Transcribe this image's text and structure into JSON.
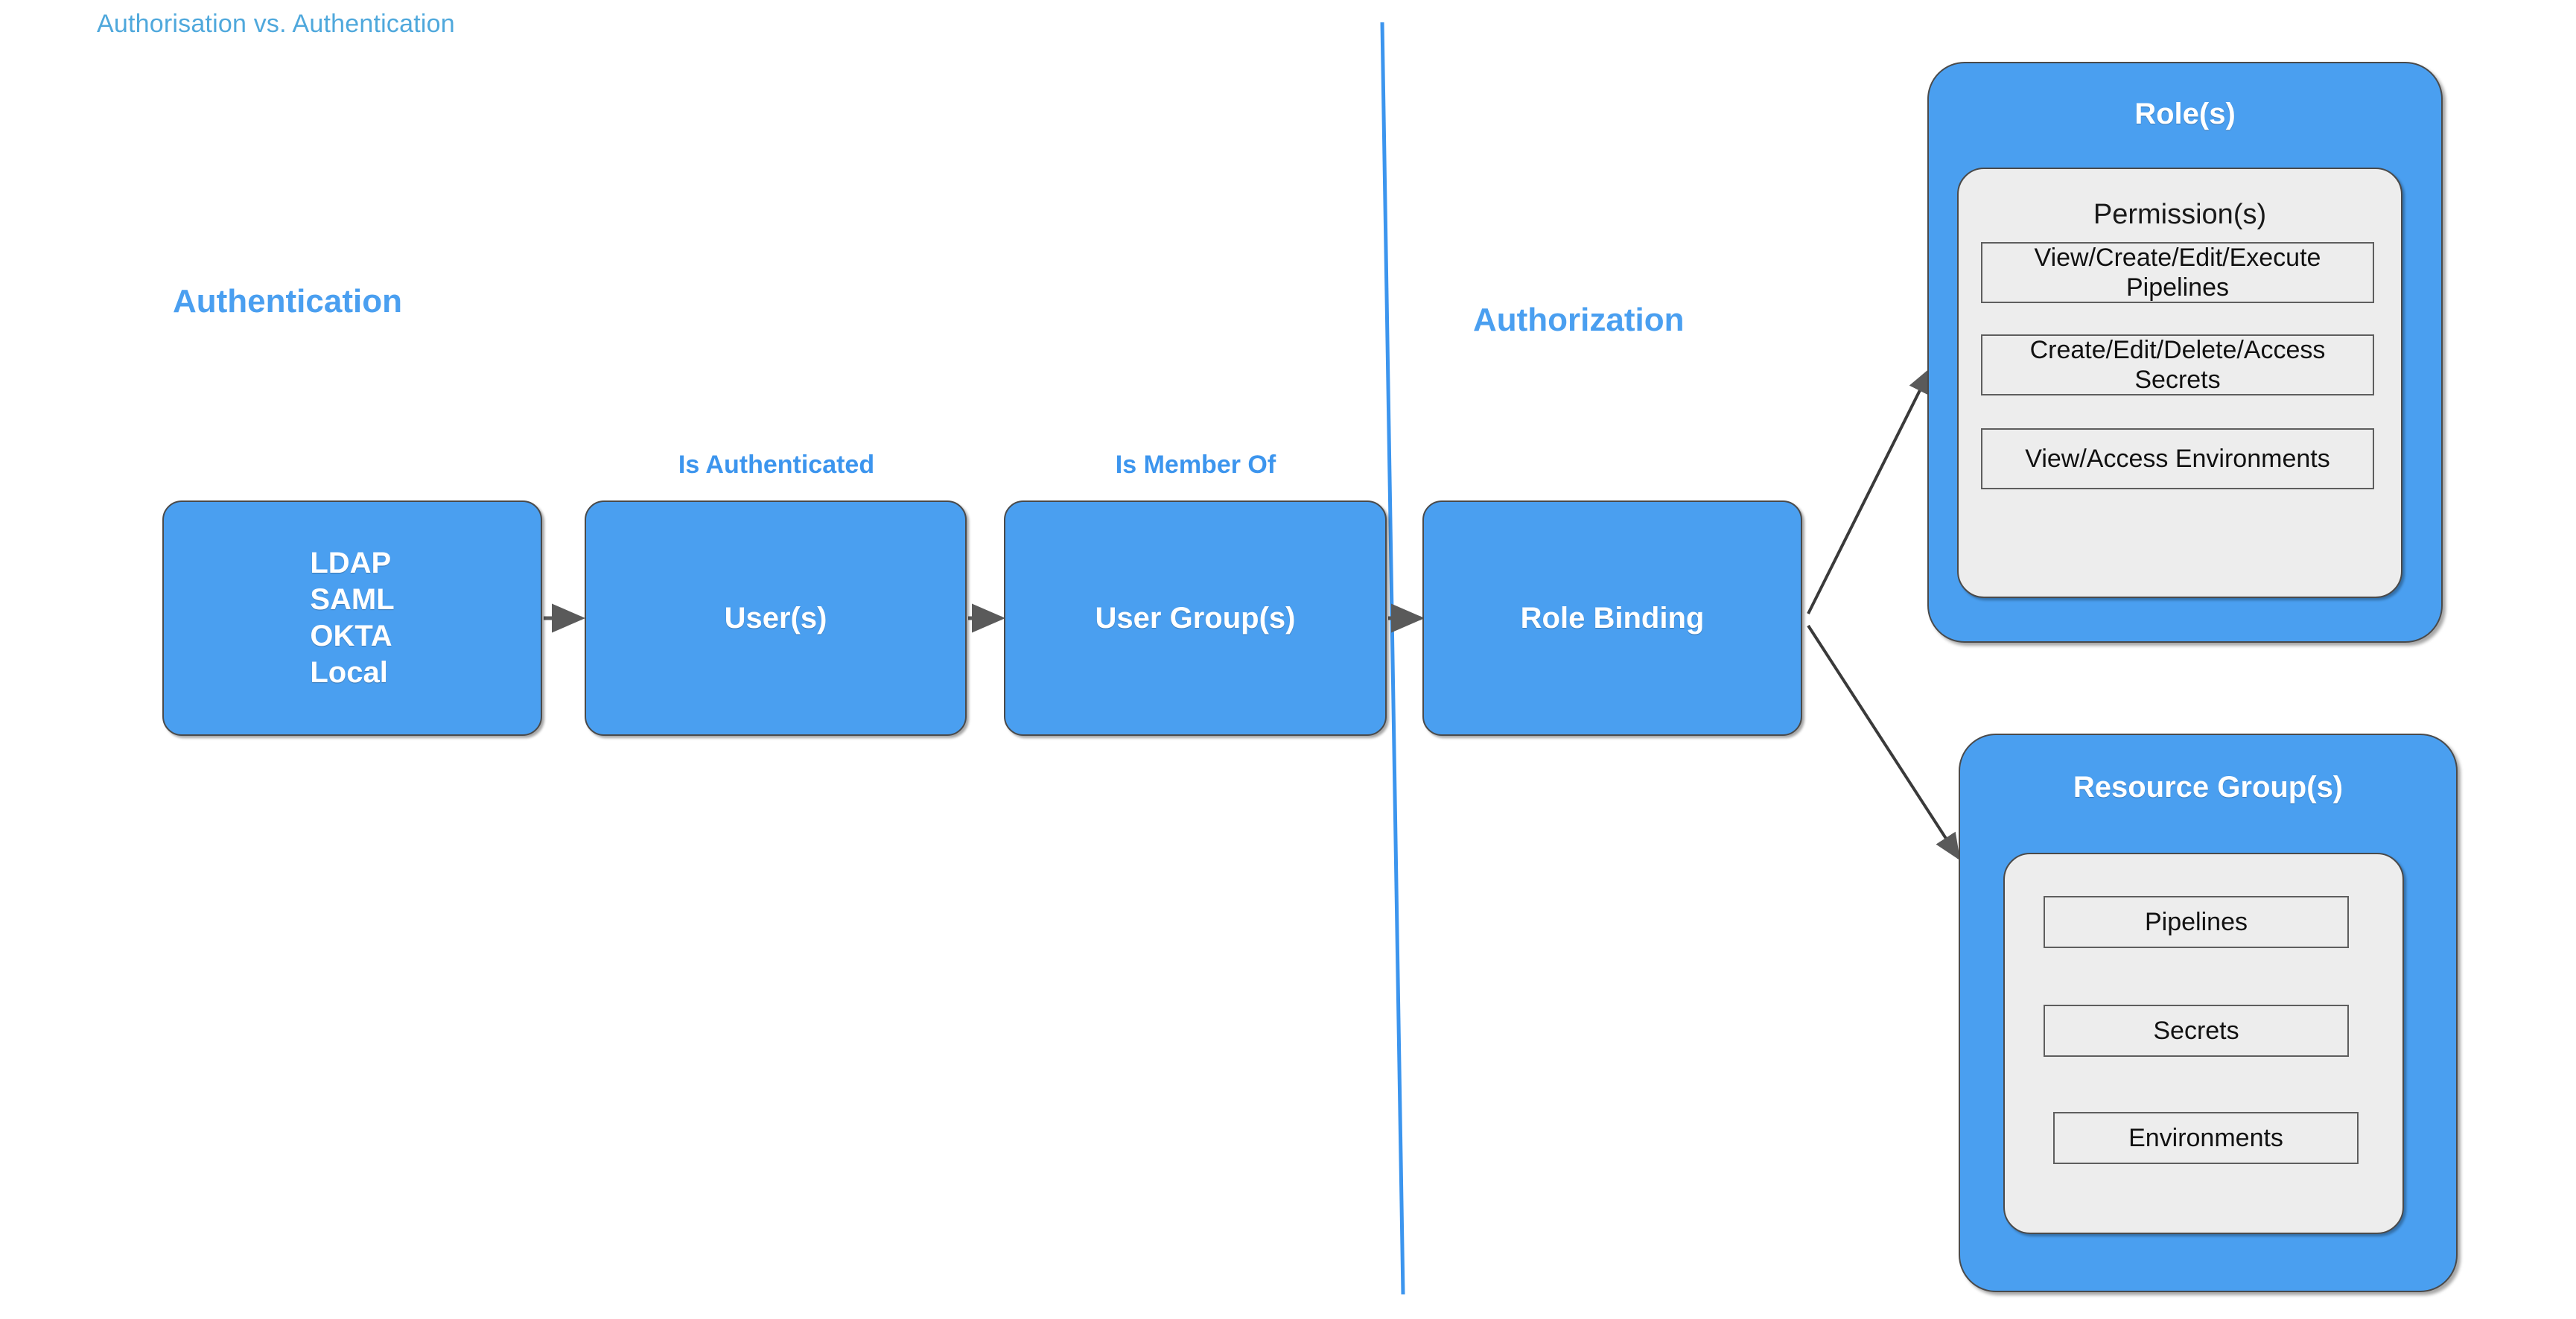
{
  "document": {
    "title": "Authorisation vs. Authentication"
  },
  "sections": {
    "left": {
      "heading": "Authentication"
    },
    "right": {
      "heading": "Authorization"
    }
  },
  "colors": {
    "accent_blue": "#4A9FF0",
    "title_blue": "#4FA8DC",
    "label_blue": "#3C95EE",
    "panel_gray": "#ededed",
    "stroke_dark": "#4a4a4a",
    "arrow_gray": "#5e5e5e"
  },
  "flow": {
    "boxes": [
      {
        "id": "identity-providers",
        "label": "LDAP\nSAML\nOKTA\nLocal",
        "lines": [
          "LDAP",
          "SAML",
          "OKTA",
          "Local"
        ]
      },
      {
        "id": "users",
        "label": "User(s)"
      },
      {
        "id": "user-groups",
        "label": "User Group(s)"
      },
      {
        "id": "role-binding",
        "label": "Role Binding"
      }
    ],
    "edge_labels": [
      {
        "id": "is-authenticated",
        "label": "Is Authenticated"
      },
      {
        "id": "is-member-of",
        "label": "Is Member Of"
      }
    ]
  },
  "panels": {
    "roles": {
      "title": "Role(s)",
      "inner_title": "Permission(s)",
      "items": [
        "View/Create/Edit/Execute Pipelines",
        "Create/Edit/Delete/Access Secrets",
        "View/Access Environments"
      ]
    },
    "resource_groups": {
      "title": "Resource Group(s)",
      "items": [
        "Pipelines",
        "Secrets",
        "Environments"
      ]
    }
  }
}
